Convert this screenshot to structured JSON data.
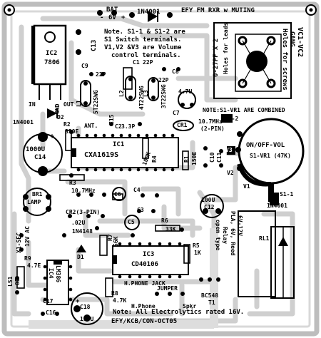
{
  "board": {
    "title": "EFY FM RXR w MUTING",
    "footer": "EFY/KCB/CON-OCT05",
    "note_top": [
      "Note. S1-1 & S1-2 are",
      "S1 Switch terminals.",
      "V1,V2 &V3 are Volume",
      "control terminals."
    ],
    "note_combined": "NOTE:S1-VR1 ARE COMBINED",
    "note_bottom": "Note: All Electrolytics rated 16V.",
    "colors": {
      "background": "#ffffff",
      "copper": "#cfcfcf",
      "edge": "#9a9a9a",
      "ink": "#000000"
    }
  },
  "labels": {
    "bat": "BAT",
    "bat_v": "6V",
    "bat_minus": "-",
    "bat_plus": "+",
    "d_1n4001_top": "1N4001",
    "c13": "C13",
    "ic2": "IC2",
    "ic2_part": "7806",
    "in": "IN",
    "out": "OUT",
    "gnd": "GND",
    "d2": "D2",
    "d_1n4001_left": "1N4001",
    "r2": "R2",
    "r2_val": "330E",
    "ant": "ANT.",
    "c14": "C14",
    "c14_val": "1000U",
    "c14_plus": "+",
    "l1": "L1",
    "l1_turns": "5T22SWG",
    "l2": "L2",
    "l2_turns": "4T22SWG",
    "l3": "L3",
    "l3_turns": "3T22SWG",
    "c9": "C9",
    "c9_val": "22P",
    "c1": "C1",
    "c1_val": "22P",
    "c8": "C8",
    "c8_val": "22P",
    "c2": "C2",
    "c3_val": "3.3P",
    "c15": "C15",
    "c7": "C7",
    "c7_val": "4.7U",
    "cr1": "CR1",
    "vc_pos": "VC1-VC2",
    "vc_gang": "GANG",
    "vc_val": "0-27PF X 2",
    "holes_leads": "Holes for leads",
    "holes_screws": "Holes for screws",
    "ic1": "IC1",
    "ic1_part": "CXA1619S",
    "r4": "R4",
    "r4_val": "100K",
    "r1": "R1",
    "r1_val": "150E",
    "c10": "C10",
    "c11": "C11",
    "xtal": "10.7MHz",
    "xtal_pin": "(2-PIN)",
    "s1_2": "S1-2",
    "v3": "V3",
    "v2": "V2",
    "v1": "V1",
    "vol_switch": "ON/OFF-VOL",
    "vol_part": "S1-VR1 (47K)",
    "s1_1": "S1-1",
    "d_1n4001_right": "1N4001",
    "r3": "R3",
    "cr2_val": "10.7MHz",
    "cr2": "CR2(3-PIN)",
    "c6": "C6",
    "c4": "C4",
    "c5": "C5",
    "c3": "C3",
    "c12": "C12",
    "c12_val": "100U",
    "br1": "BR1",
    "lamp": "LAMP",
    "x1": "X1-SEC",
    "x1_val": "12V AC",
    "c_02": ".02U",
    "d_1n4148": "1N4148",
    "d1": "D1",
    "r6": "R6",
    "r6_val": "33K",
    "r7": "R7",
    "r7_val": "56K",
    "ic3": "IC3",
    "ic3_part": "CD40106",
    "r5": "R5",
    "r5_val": "1K",
    "rl1": "RL1",
    "relay": [
      "6V-12V",
      "PLA, 6V, Reed",
      "Relay",
      "open type"
    ],
    "r9": "R9",
    "r9_val": "4.7E",
    "ic4": "IC4",
    "ic4_part": "LM386",
    "ls1": "LS1",
    "ls1_val": "8E",
    "c17": "C17",
    "hphone_jack": "H.PHONE JACK",
    "hphone": "H.Phone",
    "r8": "R8",
    "r8_val": "4.7K",
    "jumper": "JUMPER",
    "spkr": "Spkr",
    "t1": "T1",
    "t1_part": "BC548",
    "c16": "C16",
    "c18": "C18",
    "c18_val": "100U",
    "c18_plus": "+"
  }
}
